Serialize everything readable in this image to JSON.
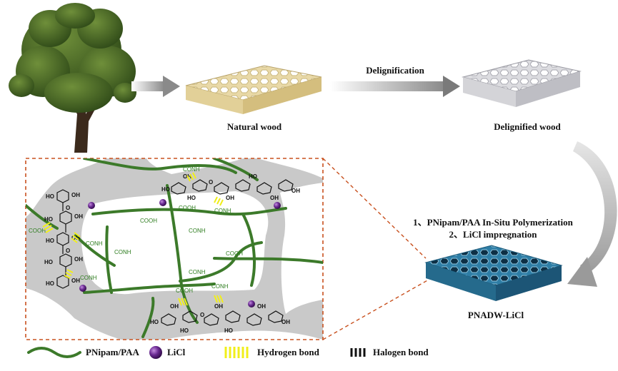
{
  "labels": {
    "natural_wood": "Natural wood",
    "delignification": "Delignification",
    "delignified_wood": "Delignified wood",
    "step1": "1、PNipam/PAA In-Situ Polymerization",
    "step2": "2、LiCl impregnation",
    "pnadw": "PNADW-LiCl"
  },
  "chem_groups": {
    "cooh": "COOH",
    "conh": "CONH",
    "ho": "HO",
    "oh": "OH",
    "o": "O"
  },
  "legend": {
    "polymer": "PNipam/PAA",
    "licl": "LiCl",
    "hbond": "Hydrogen bond",
    "xbond": "Halogen bond"
  },
  "colors": {
    "polymer_green": "#3c7a2a",
    "licl_purple": "#5b2580",
    "hbond_yellow": "#f1ef1a",
    "cell_gray": "#c9c9c9",
    "frame_orange": "#c8501e",
    "natural_wood": "#f0e2b6",
    "deligned_wood": "#e8e8ea",
    "pnadw_blue": "#2f7ea6"
  },
  "icons": {
    "tree": "tree-icon",
    "arrow": "arrow-right-icon",
    "curve_arrow": "curved-arrow-icon"
  }
}
